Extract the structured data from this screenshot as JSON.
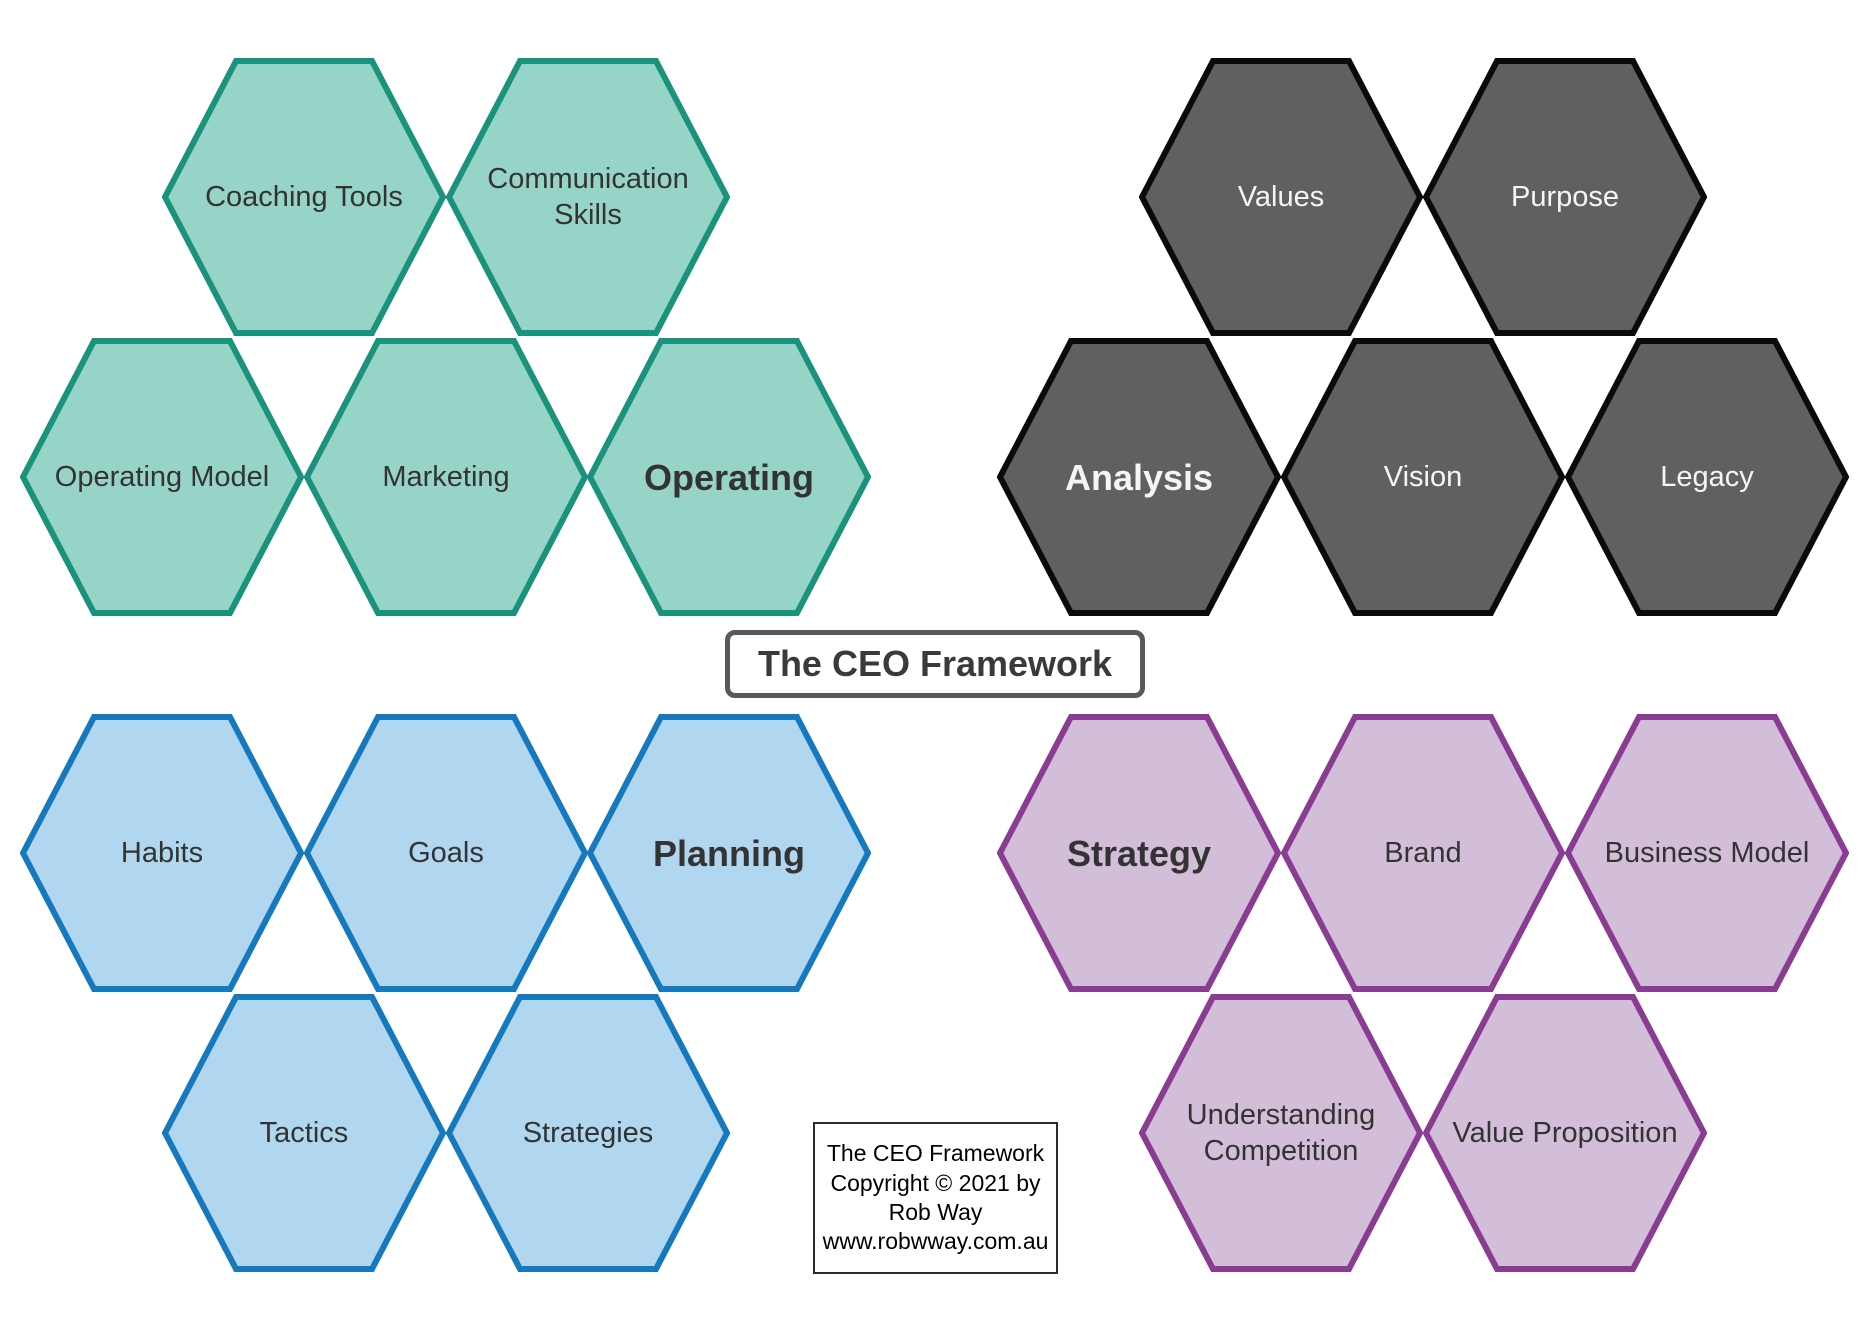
{
  "title_box": {
    "label": "The CEO Framework"
  },
  "clusters": [
    {
      "id": "operating",
      "fill": "#97d4c8",
      "stroke": "#1a927c",
      "text_color": "#333333",
      "hexagons": [
        {
          "label": "Coaching Tools",
          "bold": false
        },
        {
          "label": "Communication Skills",
          "bold": false
        },
        {
          "label": "Operating Model",
          "bold": false
        },
        {
          "label": "Marketing",
          "bold": false
        },
        {
          "label": "Operating",
          "bold": true
        }
      ]
    },
    {
      "id": "analysis",
      "fill": "#606060",
      "stroke": "#0a0a0a",
      "text_color": "#f5f5f5",
      "hexagons": [
        {
          "label": "Values",
          "bold": false
        },
        {
          "label": "Purpose",
          "bold": false
        },
        {
          "label": "Analysis",
          "bold": true
        },
        {
          "label": "Vision",
          "bold": false
        },
        {
          "label": "Legacy",
          "bold": false
        }
      ]
    },
    {
      "id": "planning",
      "fill": "#b1d6ef",
      "stroke": "#1779bd",
      "text_color": "#333333",
      "hexagons": [
        {
          "label": "Habits",
          "bold": false
        },
        {
          "label": "Goals",
          "bold": false
        },
        {
          "label": "Planning",
          "bold": true
        },
        {
          "label": "Tactics",
          "bold": false
        },
        {
          "label": "Strategies",
          "bold": false
        }
      ]
    },
    {
      "id": "strategy",
      "fill": "#d2bed8",
      "stroke": "#8a3b92",
      "text_color": "#333333",
      "hexagons": [
        {
          "label": "Strategy",
          "bold": true
        },
        {
          "label": "Brand",
          "bold": false
        },
        {
          "label": "Business Model",
          "bold": false
        },
        {
          "label": "Understanding Competition",
          "bold": false
        },
        {
          "label": "Value Proposition",
          "bold": false
        }
      ]
    }
  ],
  "copyright_box": {
    "lines": [
      "The CEO Framework",
      "Copyright © 2021 by",
      "Rob Way",
      "www.robwway.com.au"
    ]
  }
}
